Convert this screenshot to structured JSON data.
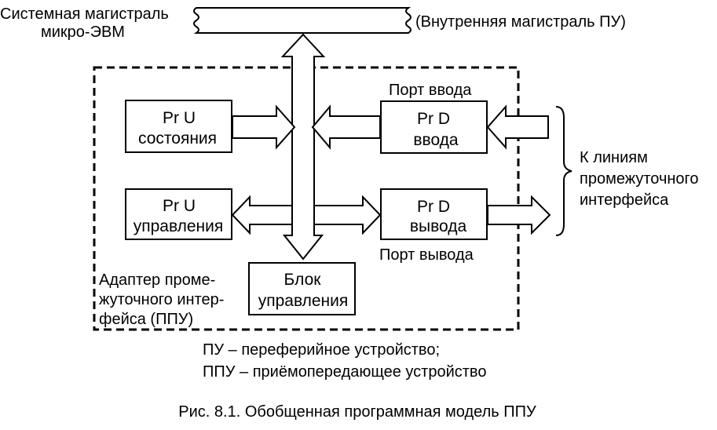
{
  "bus": {
    "system_line1": "Системная магистраль",
    "system_line2": "микро-ЭВМ",
    "internal": "(Внутренняя магистраль ПУ)"
  },
  "blocks": {
    "status_reg": {
      "line1": "Pr U",
      "line2": "состояния"
    },
    "control_reg": {
      "line1": "Pr U",
      "line2": "управления"
    },
    "input_reg": {
      "line1": "Pr D",
      "line2": "ввода"
    },
    "output_reg": {
      "line1": "Pr D",
      "line2": "вывода"
    },
    "control_unit": {
      "line1": "Блок",
      "line2": "управления"
    }
  },
  "ports": {
    "input": "Порт ввода",
    "output": "Порт вывода"
  },
  "interface_lines": {
    "line1": "К линиям",
    "line2": "промежуточного",
    "line3": "интерфейса"
  },
  "adapter": {
    "line1": "Адаптер проме-",
    "line2": "жуточного интер-",
    "line3": "фейса (ППУ)"
  },
  "legend": {
    "line1": "ПУ – переферийное устройство;",
    "line2": "ППУ – приёмопередающее устройство"
  },
  "caption": "Рис. 8.1. Обобщенная программная модель ППУ"
}
